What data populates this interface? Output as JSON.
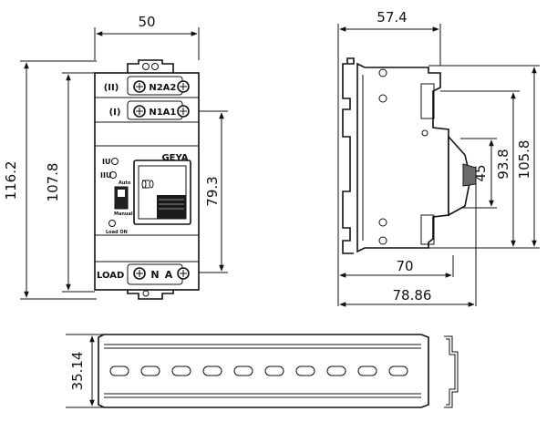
{
  "dimensions": {
    "front_width": "50",
    "front_height_total": "116.2",
    "front_height_body": "107.8",
    "front_terminal_spacing": "79.3",
    "side_depth_top": "57.4",
    "side_height_outer": "105.8",
    "side_height_inner": "93.8",
    "side_step": "45",
    "side_depth_mid": "70",
    "side_depth_total": "78.86",
    "rail_height": "35.14"
  },
  "labels": {
    "source_2": "(II)",
    "source_1": "(I)",
    "terminal_n2": "N2",
    "terminal_a2": "A2",
    "terminal_n1": "N1",
    "terminal_a1": "A1",
    "load": "LOAD",
    "terminal_n": "N",
    "terminal_a": "A",
    "indicator_1": "IU",
    "indicator_2": "IIU",
    "mode_auto": "Auto",
    "mode_manual": "Manual",
    "load_indicator": "Load ON",
    "brand": "GEYA"
  },
  "colors": {
    "line": "#111111",
    "panel": "#ffffff"
  }
}
